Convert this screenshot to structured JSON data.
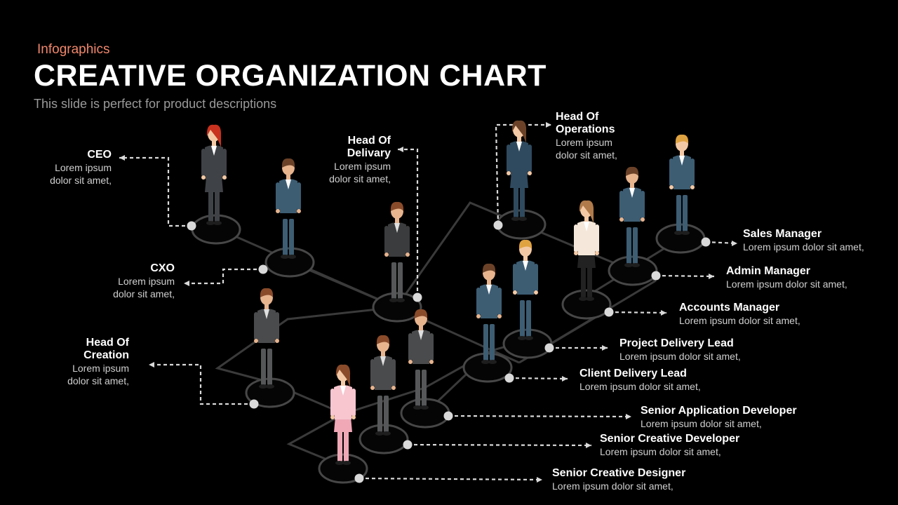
{
  "header": {
    "eyebrow": "Infographics",
    "title": "CREATIVE ORGANIZATION CHART",
    "subtitle": "This slide is perfect for product descriptions"
  },
  "roles": [
    {
      "id": "ceo",
      "title": "CEO",
      "desc": "Lorem ipsum\ndolor sit amet,",
      "skin": "#f3c9a5",
      "hair": "#c8321e",
      "suit": "#3f4246",
      "pants": "#3f4246",
      "shirt": "#ffffff",
      "female": true
    },
    {
      "id": "cxo",
      "title": "CXO",
      "desc": "Lorem ipsum\ndolor sit amet,",
      "skin": "#e7b48e",
      "hair": "#6b4228",
      "suit": "#3d5d73",
      "pants": "#3d5d73",
      "shirt": "#ffffff",
      "female": false
    },
    {
      "id": "head-of-delivary",
      "title": "Head Of\nDelivary",
      "desc": "Lorem ipsum\ndolor sit amet,",
      "skin": "#e7b48e",
      "hair": "#8a4b2a",
      "suit": "#3b3c3e",
      "pants": "#555759",
      "shirt": "#e0e0e0",
      "female": false
    },
    {
      "id": "head-of-creation",
      "title": "Head Of\nCreation",
      "desc": "Lorem ipsum\ndolor sit amet,",
      "skin": "#e7b48e",
      "hair": "#8a4b2a",
      "suit": "#4a4b4d",
      "pants": "#555759",
      "shirt": "#e0e0e0",
      "female": false
    },
    {
      "id": "head-of-operations",
      "title": "Head Of\nOperations",
      "desc": "Lorem ipsum\ndolor sit amet,",
      "skin": "#f3c9a5",
      "hair": "#6b4228",
      "suit": "#2f4a5e",
      "pants": "#2f4a5e",
      "shirt": "#ffffff",
      "female": true
    },
    {
      "id": "sales-manager",
      "title": "Sales Manager",
      "desc": "Lorem ipsum dolor sit amet,",
      "skin": "#f3c9a5",
      "hair": "#e0a342",
      "suit": "#3d5d73",
      "pants": "#3d5d73",
      "shirt": "#ffffff",
      "female": false
    },
    {
      "id": "admin-manager",
      "title": "Admin Manager",
      "desc": "Lorem ipsum dolor sit amet,",
      "skin": "#e7b48e",
      "hair": "#6b4228",
      "suit": "#3d5d73",
      "pants": "#3d5d73",
      "shirt": "#ffffff",
      "female": false
    },
    {
      "id": "accounts-manager",
      "title": "Accounts Manager",
      "desc": "Lorem ipsum dolor sit amet,",
      "skin": "#f3c9a5",
      "hair": "#b07a4a",
      "suit": "#f5e8da",
      "pants": "#222222",
      "shirt": "#ffffff",
      "female": true
    },
    {
      "id": "project-delivery-lead",
      "title": "Project Delivery Lead",
      "desc": "Lorem ipsum dolor sit amet,",
      "skin": "#f3c9a5",
      "hair": "#e0a342",
      "suit": "#3d5d73",
      "pants": "#3d5d73",
      "shirt": "#ffffff",
      "female": false
    },
    {
      "id": "client-delivery-lead",
      "title": "Client Delivery Lead",
      "desc": "Lorem ipsum dolor sit amet,",
      "skin": "#e7b48e",
      "hair": "#6b4228",
      "suit": "#3d5d73",
      "pants": "#3d5d73",
      "shirt": "#ffffff",
      "female": false
    },
    {
      "id": "senior-application-developer",
      "title": "Senior Application Developer",
      "desc": "Lorem ipsum dolor sit amet,",
      "skin": "#e7b48e",
      "hair": "#8a4b2a",
      "suit": "#4a4b4d",
      "pants": "#555759",
      "shirt": "#e0e0e0",
      "female": false
    },
    {
      "id": "senior-creative-developer",
      "title": "Senior Creative Developer",
      "desc": "Lorem ipsum dolor sit amet,",
      "skin": "#e7b48e",
      "hair": "#8a4b2a",
      "suit": "#4a4b4d",
      "pants": "#555759",
      "shirt": "#e0e0e0",
      "female": false
    },
    {
      "id": "senior-creative-designer",
      "title": "Senior Creative Designer",
      "desc": "Lorem ipsum dolor sit amet,",
      "skin": "#f3c9a5",
      "hair": "#8a4b2a",
      "suit": "#f7c6cf",
      "pants": "#f0a8b6",
      "shirt": "#ffffff",
      "female": true
    }
  ]
}
